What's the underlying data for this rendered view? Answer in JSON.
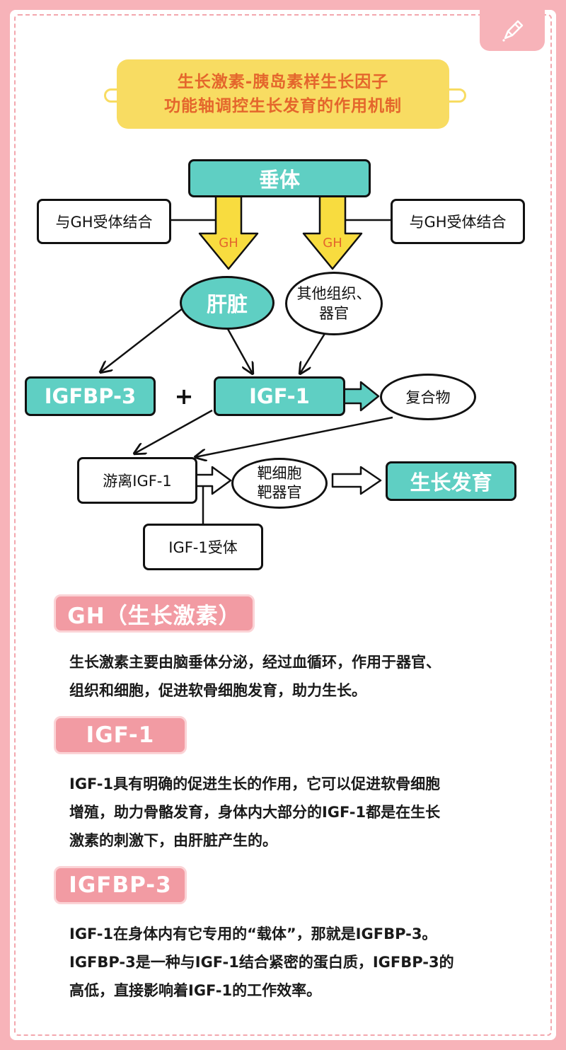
{
  "title": {
    "line1": "生长激素-胰岛素样生长因子",
    "line2": "功能轴调控生长发育的作用机制"
  },
  "diagram": {
    "pituitary": "垂体",
    "gh_receptor_left": "与GH受体结合",
    "gh_receptor_right": "与GH受体结合",
    "gh_arrow_left": "GH",
    "gh_arrow_right": "GH",
    "liver": "肝脏",
    "other_tissues_line1": "其他组织、",
    "other_tissues_line2": "器官",
    "igfbp3": "IGFBP-3",
    "plus": "+",
    "igf1": "IGF-1",
    "complex": "复合物",
    "free_igf1": "游离IGF-1",
    "target_line1": "靶细胞",
    "target_line2": "靶器官",
    "growth": "生长发育",
    "igf1_receptor": "IGF-1受体"
  },
  "sections": [
    {
      "tag": "GH（生长激素）",
      "lines": [
        "生长激素主要由脑垂体分泌，经过血循环，作用于器官、",
        "组织和细胞，促进软骨细胞发育，助力生长。"
      ]
    },
    {
      "tag": "IGF-1",
      "lines": [
        "IGF-1具有明确的促进生长的作用，它可以促进软骨细胞",
        "增殖，助力骨骼发育，身体内大部分的IGF-1都是在生长",
        "激素的刺激下，由肝脏产生的。"
      ]
    },
    {
      "tag": "IGFBP-3",
      "lines": [
        "IGF-1在身体内有它专用的“载体”，那就是IGFBP-3。",
        "IGFBP-3是一种与IGF-1结合紧密的蛋白质，IGFBP-3的",
        "高低，直接影响着IGF-1的工作效率。"
      ]
    }
  ],
  "colors": {
    "teal": "#5fcfc3",
    "pink_border": "#f7b3b9",
    "yellow_banner": "#f8dc62",
    "title_orange": "#e4662c",
    "tag_pink": "#f29ba3",
    "arrow_yellow": "#f8dc3f"
  },
  "icons": [
    "pen-icon"
  ]
}
